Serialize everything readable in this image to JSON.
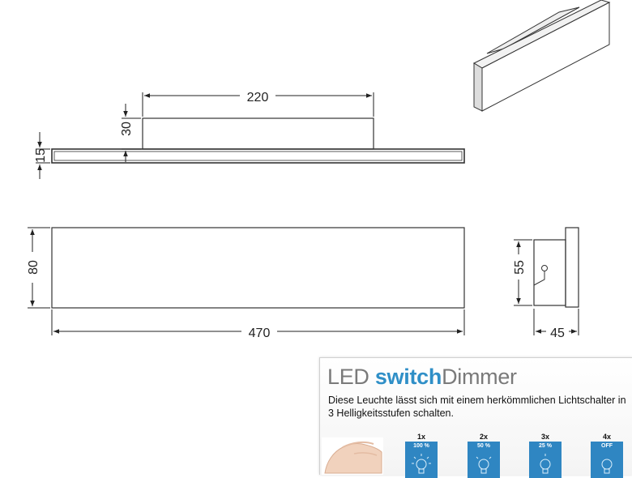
{
  "dimensions": {
    "width_top": "220",
    "height_mount": "30",
    "thickness": "15",
    "height_front": "80",
    "length": "470",
    "side_height": "55",
    "depth": "45"
  },
  "panel": {
    "title_led": "LED ",
    "title_switch": "switch",
    "title_dimmer": "Dimmer",
    "description": "Diese Leuchte lässt sich mit einem herkömmlichen Lichtschalter in 3 Helligkeitsstufen schalten.",
    "steps": [
      {
        "count": "1x",
        "level": "100 %"
      },
      {
        "count": "2x",
        "level": "50 %"
      },
      {
        "count": "3x",
        "level": "25 %"
      },
      {
        "count": "4x",
        "level": "OFF"
      }
    ]
  },
  "colors": {
    "accent": "#2f8fc7",
    "step_box": "#2f86c2",
    "title_gray": "#7a7a7a"
  }
}
